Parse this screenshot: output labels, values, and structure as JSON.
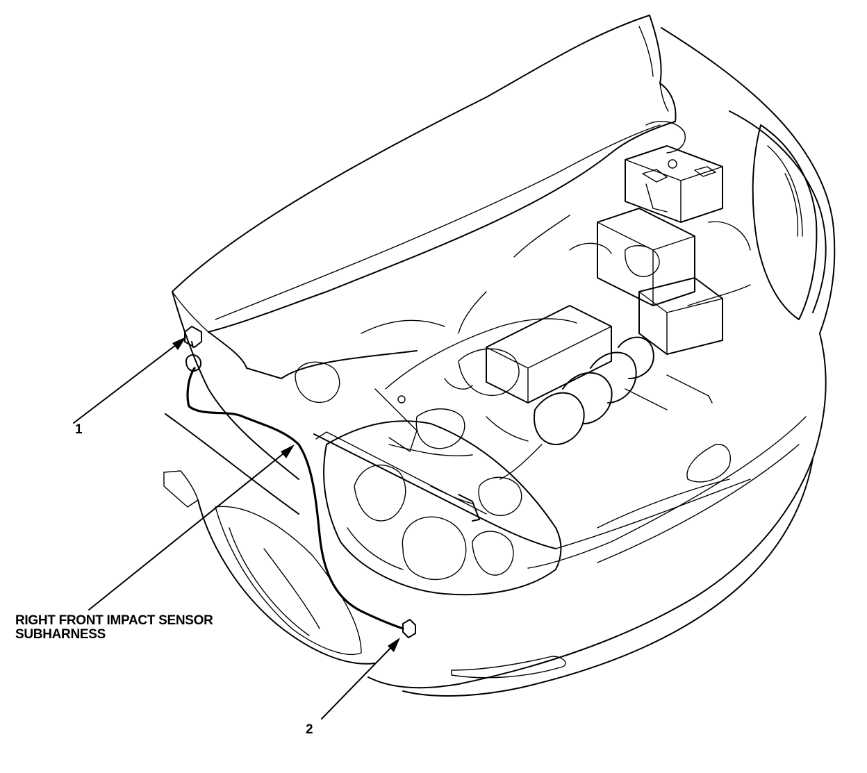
{
  "callouts": {
    "item1": "1",
    "item2": "2",
    "subharness_line1": "RIGHT FRONT IMPACT SENSOR",
    "subharness_line2": "SUBHARNESS"
  }
}
